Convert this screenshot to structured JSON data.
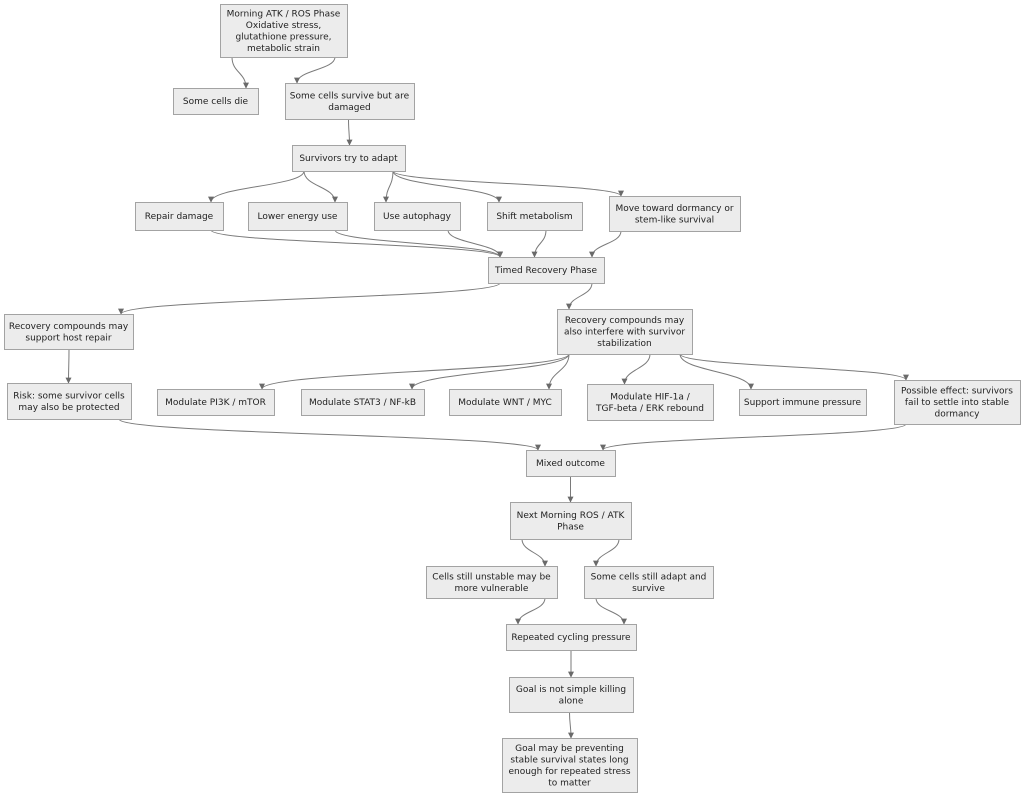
{
  "nodes": [
    {
      "id": "n0",
      "lines": [
        "Morning ATK / ROS Phase",
        "Oxidative stress,",
        "glutathione pressure,",
        "metabolic strain"
      ]
    },
    {
      "id": "n1",
      "lines": [
        "Some cells die"
      ]
    },
    {
      "id": "n2",
      "lines": [
        "Some cells survive but are",
        "damaged"
      ]
    },
    {
      "id": "n3",
      "lines": [
        "Survivors try to adapt"
      ]
    },
    {
      "id": "n4",
      "lines": [
        "Repair damage"
      ]
    },
    {
      "id": "n5",
      "lines": [
        "Lower energy use"
      ]
    },
    {
      "id": "n6",
      "lines": [
        "Use autophagy"
      ]
    },
    {
      "id": "n7",
      "lines": [
        "Shift metabolism"
      ]
    },
    {
      "id": "n8",
      "lines": [
        "Move toward dormancy or",
        "stem-like survival"
      ]
    },
    {
      "id": "n9",
      "lines": [
        "Timed Recovery Phase"
      ]
    },
    {
      "id": "n10",
      "lines": [
        "Recovery compounds may",
        "support host repair"
      ]
    },
    {
      "id": "n11",
      "lines": [
        "Recovery compounds may",
        "also interfere with survivor",
        "stabilization"
      ]
    },
    {
      "id": "n12",
      "lines": [
        "Risk: some survivor cells",
        "may also be protected"
      ]
    },
    {
      "id": "n13",
      "lines": [
        "Modulate PI3K / mTOR"
      ]
    },
    {
      "id": "n14",
      "lines": [
        "Modulate STAT3 / NF-kB"
      ]
    },
    {
      "id": "n15",
      "lines": [
        "Modulate WNT / MYC"
      ]
    },
    {
      "id": "n16",
      "lines": [
        "Modulate HIF-1a /",
        "TGF-beta / ERK rebound"
      ]
    },
    {
      "id": "n17",
      "lines": [
        "Support immune pressure"
      ]
    },
    {
      "id": "n18",
      "lines": [
        "Possible effect: survivors",
        "fail to settle into stable",
        "dormancy"
      ]
    },
    {
      "id": "n19",
      "lines": [
        "Mixed outcome"
      ]
    },
    {
      "id": "n20",
      "lines": [
        "Next Morning ROS / ATK",
        "Phase"
      ]
    },
    {
      "id": "n21",
      "lines": [
        "Cells still unstable may be",
        "more vulnerable"
      ]
    },
    {
      "id": "n22",
      "lines": [
        "Some cells still adapt and",
        "survive"
      ]
    },
    {
      "id": "n23",
      "lines": [
        "Repeated cycling pressure"
      ]
    },
    {
      "id": "n24",
      "lines": [
        "Goal is not simple killing",
        "alone"
      ]
    },
    {
      "id": "n25",
      "lines": [
        "Goal may be preventing",
        "stable survival states long",
        "enough for repeated stress",
        "to matter"
      ]
    }
  ],
  "edges": [
    [
      "n0",
      "n1"
    ],
    [
      "n0",
      "n2"
    ],
    [
      "n2",
      "n3"
    ],
    [
      "n3",
      "n4"
    ],
    [
      "n3",
      "n5"
    ],
    [
      "n3",
      "n6"
    ],
    [
      "n3",
      "n7"
    ],
    [
      "n3",
      "n8"
    ],
    [
      "n4",
      "n9"
    ],
    [
      "n5",
      "n9"
    ],
    [
      "n6",
      "n9"
    ],
    [
      "n7",
      "n9"
    ],
    [
      "n8",
      "n9"
    ],
    [
      "n9",
      "n10"
    ],
    [
      "n9",
      "n11"
    ],
    [
      "n10",
      "n12"
    ],
    [
      "n11",
      "n13"
    ],
    [
      "n11",
      "n14"
    ],
    [
      "n11",
      "n15"
    ],
    [
      "n11",
      "n16"
    ],
    [
      "n11",
      "n17"
    ],
    [
      "n11",
      "n18"
    ],
    [
      "n12",
      "n19"
    ],
    [
      "n18",
      "n19"
    ],
    [
      "n19",
      "n20"
    ],
    [
      "n20",
      "n21"
    ],
    [
      "n20",
      "n22"
    ],
    [
      "n21",
      "n23"
    ],
    [
      "n22",
      "n23"
    ],
    [
      "n23",
      "n24"
    ],
    [
      "n24",
      "n25"
    ]
  ],
  "colors": {
    "node_fill": "#ececec",
    "node_border": "#a3a3a3",
    "edge": "#7a7a7a"
  }
}
